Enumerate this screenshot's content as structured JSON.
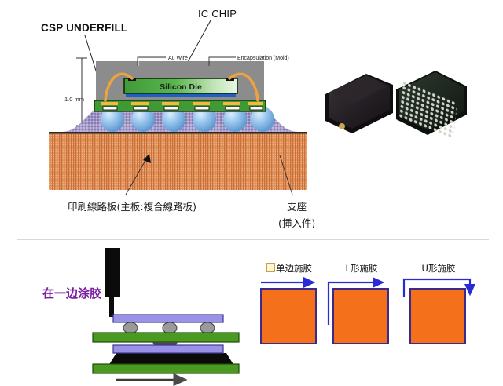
{
  "top": {
    "labels": {
      "csp_underfill": "CSP UNDERFILL",
      "ic_chip": "IC CHIP",
      "au_wire": "Au Wire",
      "encapsulation": "Encapsulation (Mold)",
      "silicon_die": "Silicon Die",
      "dimension": "1.0 mm"
    },
    "captions": {
      "pcb": "印刷線路板(主板:複合線路板)",
      "support_line1": "支座",
      "support_line2": "(挿入件)"
    }
  },
  "bottom": {
    "one_side_glue_label": "在一边涂胶",
    "patterns": [
      {
        "label": "单边施胶",
        "shape": "single-edge",
        "has_missing_glyph": true
      },
      {
        "label": "L形施胶",
        "shape": "l-shape",
        "has_missing_glyph": false
      },
      {
        "label": "U形施胶",
        "shape": "u-shape",
        "has_missing_glyph": false
      }
    ]
  },
  "colors": {
    "mold_gray": "#8c8c8c",
    "die_green": "#49a942",
    "die_blue": "#1f5fc0",
    "substrate_green": "#3f9a34",
    "solder_ball_blue": "#7fb6e8",
    "underfill_purple": "#9b8fc4",
    "pcb_orange": "#e08a50",
    "bond_wire_orange": "#f2a23c",
    "pattern_orange": "#f4701b",
    "pattern_outline": "#3b2a8c",
    "arrow_blue": "#2b2bd4",
    "chip_purple": "#9a92e8",
    "pcb_green": "#4a9a22",
    "glue_black": "#0b0b0b",
    "label_purple": "#7b1fa2"
  }
}
